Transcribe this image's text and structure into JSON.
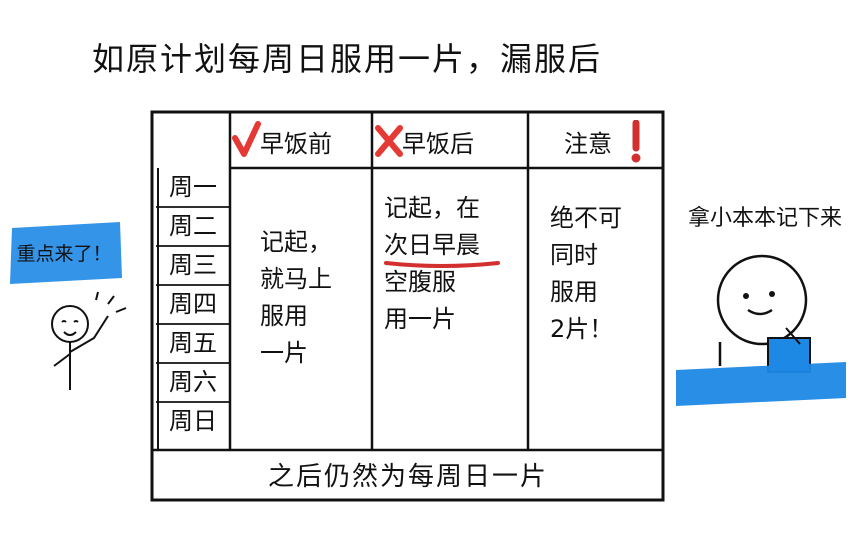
{
  "title": "如原计划每周日服用一片，漏服后",
  "table": {
    "headers": {
      "before_breakfast": "早饭前",
      "after_breakfast": "早饭后",
      "note": "注意"
    },
    "days": [
      "周一",
      "周二",
      "周三",
      "周四",
      "周五",
      "周六",
      "周日"
    ],
    "before_breakfast_text": [
      "记起，",
      "就马上",
      "服用",
      "一片"
    ],
    "after_breakfast_text": [
      "记起，在",
      "次日早晨",
      "空腹服",
      "用一片"
    ],
    "note_text": [
      "绝不可",
      "同时",
      "服用",
      "2片！"
    ],
    "bottom": "之后仍然为每周日一片"
  },
  "left_badge": "重点来了！",
  "right_caption": "拿小本本记下来",
  "colors": {
    "check": "#e53935",
    "cross": "#e53935",
    "underline": "#d32f2f",
    "exclaim": "#d32f2f",
    "badge_blue": "#1e88e5",
    "notebook_blue": "#1e88e5"
  },
  "icons": {
    "check": "check-mark-icon",
    "cross": "cross-mark-icon",
    "exclamation": "exclamation-icon"
  }
}
